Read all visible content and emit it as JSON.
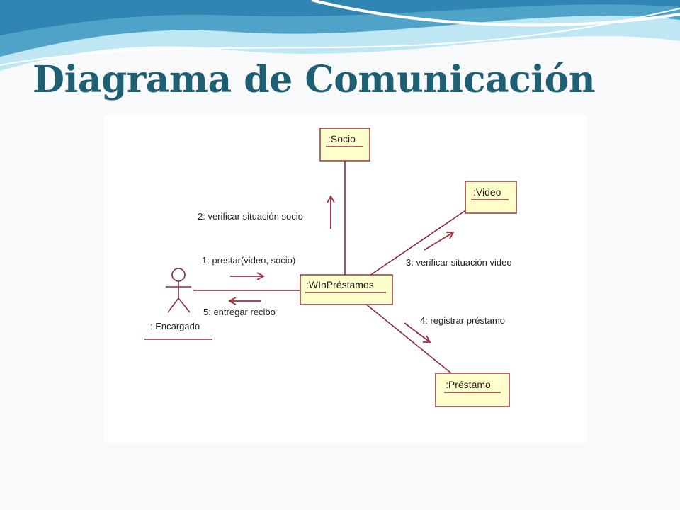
{
  "slide": {
    "title": "Diagrama de Comunicación",
    "colors": {
      "title": "#1f5f73",
      "wave_dark": "#4fa3c9",
      "wave_light": "#bfe6f3",
      "line": "#8b2a3a",
      "box_fill": "#ffffcc"
    }
  },
  "diagram": {
    "actor": {
      "label": ": Encargado"
    },
    "objects": {
      "win": ":WInPréstamos",
      "socio": ":Socio",
      "video": ":Video",
      "prestamo": ":Préstamo"
    },
    "messages": {
      "m1": "1: prestar(video, socio)",
      "m2": "2: verificar situación socio",
      "m3": "3: verificar situación video",
      "m4": "4: registrar préstamo",
      "m5": "5: entregar recibo"
    }
  }
}
